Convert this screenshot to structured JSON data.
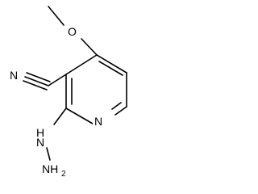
{
  "structure": {
    "atoms": {
      "methoxy_o": "O",
      "nitrile_n": "N",
      "ring_n": "N",
      "hydrazine_nh": "H",
      "hydrazine_nh_n": "N",
      "amine_n": "NH",
      "amine_sub": "2"
    }
  }
}
